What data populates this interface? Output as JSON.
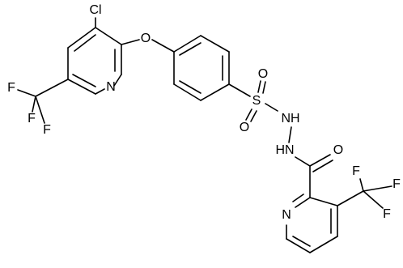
{
  "atoms": {
    "cl": "Cl",
    "o_ether": "O",
    "n_pyr1": "N",
    "f1a": "F",
    "f1b": "F",
    "f1c": "F",
    "o_s1": "O",
    "s": "S",
    "o_s2": "O",
    "nh1": "NH",
    "nh2": "HN",
    "o_carbonyl": "O",
    "n_pyr2": "N",
    "f2a": "F",
    "f2b": "F",
    "f2c": "F"
  }
}
